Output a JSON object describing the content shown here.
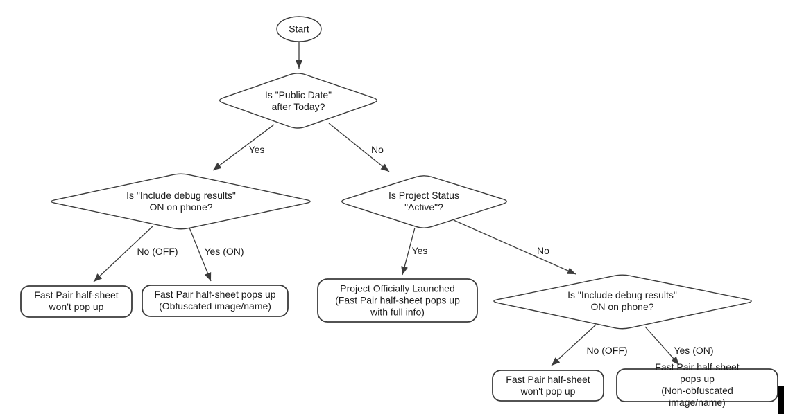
{
  "flowchart": {
    "start": {
      "label": "Start"
    },
    "decisions": {
      "public_date": {
        "label": "Is \"Public Date\"\nafter Today?"
      },
      "debug_left": {
        "label": "Is \"Include debug results\"\nON on phone?"
      },
      "project_status": {
        "label": "Is Project Status\n\"Active\"?"
      },
      "debug_right": {
        "label": "Is \"Include debug results\"\nON on phone?"
      }
    },
    "outcomes": {
      "wont_popup_left": {
        "label": "Fast Pair half-sheet\nwon't pop up"
      },
      "obfuscated": {
        "label": "Fast Pair half-sheet pops up\n(Obfuscated image/name)"
      },
      "launched": {
        "label": "Project Officially Launched\n(Fast Pair half-sheet pops up\nwith full info)"
      },
      "wont_popup_right": {
        "label": "Fast Pair half-sheet\nwon't pop up"
      },
      "non_obfuscated": {
        "label": "Fast Pair half-sheet pops up\n(Non-obfuscated image/name)"
      }
    },
    "edge_labels": {
      "d1_yes": "Yes",
      "d1_no": "No",
      "d2_no": "No (OFF)",
      "d2_yes": "Yes (ON)",
      "d3_yes": "Yes",
      "d3_no": "No",
      "d4_no": "No (OFF)",
      "d4_yes": "Yes (ON)"
    },
    "colors": {
      "stroke": "#3b3b3b",
      "text": "#1b1b1b",
      "background": "#ffffff",
      "cursor": "#000000"
    }
  }
}
